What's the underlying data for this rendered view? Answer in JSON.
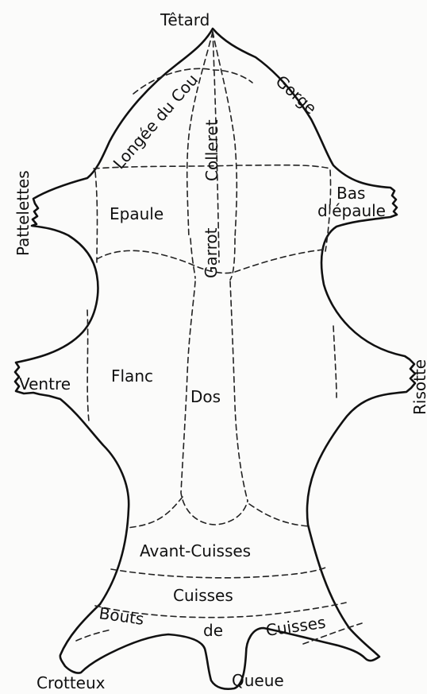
{
  "title": "Têtard",
  "regions": {
    "gorge": "Gorge",
    "longee_du_cou": "Longée du Cou",
    "colleret": "Colleret",
    "pattelettes": "Pattelettes",
    "bas_d_epaule_line1": "Bas",
    "bas_d_epaule_line2": "d'épaule",
    "epaule": "Epaule",
    "garrot": "Garrot",
    "ventre": "Ventre",
    "flanc": "Flanc",
    "dos": "Dos",
    "risotte": "Risotte",
    "avant_cuisses": "Avant-Cuisses",
    "cuisses": "Cuisses",
    "bouts": "Bouts",
    "de": "de",
    "cuisses_bottom": "Cuisses",
    "crotteux": "Crotteux",
    "queue": "Queue"
  }
}
